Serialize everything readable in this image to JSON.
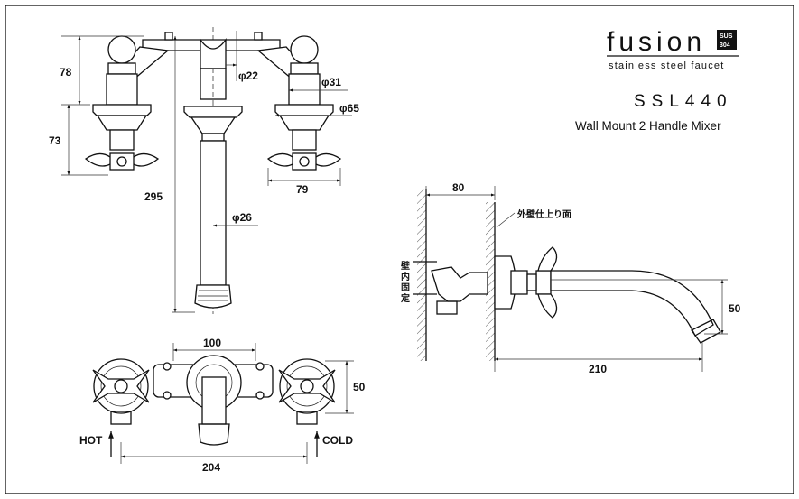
{
  "brand": {
    "name": "fusion",
    "badge_top": "SUS",
    "badge_bottom": "304",
    "tagline": "stainless steel faucet"
  },
  "product": {
    "model": "SSL440",
    "description": "Wall Mount 2 Handle Mixer"
  },
  "front_view": {
    "dims": {
      "upper_height": "78",
      "base_height": "73",
      "total_height": "295",
      "body_dia": "φ22",
      "stem_dia": "φ31",
      "flange_dia": "φ65",
      "handle_width": "79",
      "spout_dia": "φ26"
    }
  },
  "top_view": {
    "dims": {
      "center_spacing": "100",
      "depth": "50",
      "overall_width": "204"
    },
    "hot_label": "HOT",
    "cold_label": "COLD"
  },
  "side_view": {
    "dims": {
      "wall_offset": "80",
      "spout_drop": "50",
      "spout_reach": "210"
    },
    "finished_wall_label": "外壁仕上り面",
    "wall_fix_label": [
      "壁",
      "内",
      "固",
      "定"
    ]
  }
}
